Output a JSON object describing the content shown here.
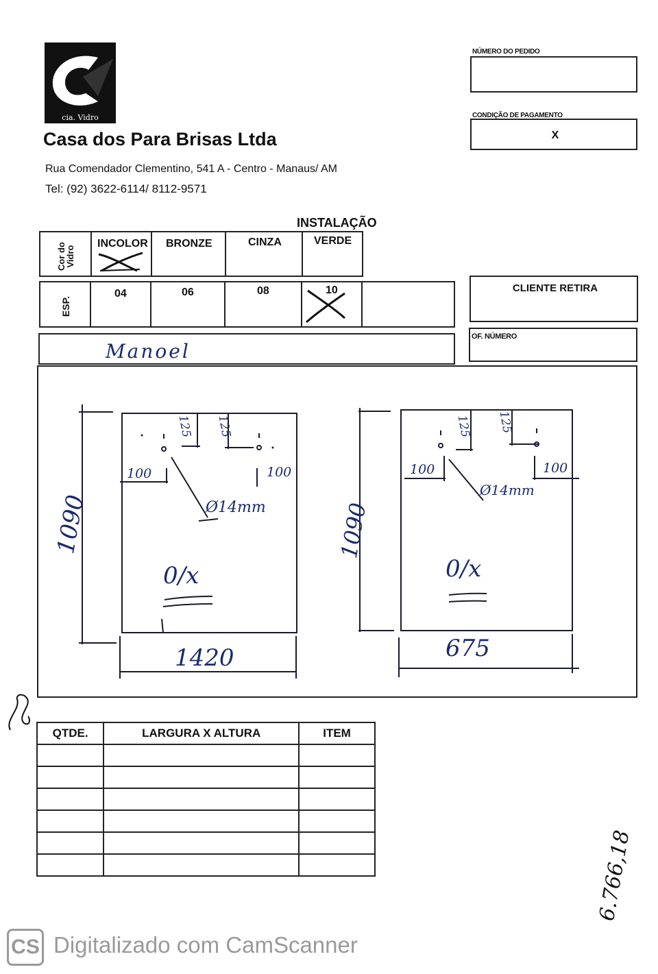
{
  "company": {
    "logo_caption": "cia. Vidro",
    "name": "Casa dos Para Brisas Ltda",
    "address": "Rua Comendador Clementino, 541 A - Centro - Manaus/ AM",
    "phone": "Tel: (92) 3622-6114/ 8112-9571"
  },
  "order": {
    "order_number_label": "NÚMERO DO PEDIDO",
    "order_number_value": "",
    "payment_label": "CONDIÇÃO DE PAGAMENTO",
    "payment_value": "X"
  },
  "installation_label": "INSTALAÇÃO",
  "glass_color": {
    "row_label": "Cor do Vidro",
    "options": [
      "INCOLOR",
      "BRONZE",
      "CINZA",
      "VERDE"
    ],
    "selected": "INCOLOR"
  },
  "thickness": {
    "row_label": "ESP.",
    "options": [
      "04",
      "06",
      "08",
      "10"
    ],
    "selected": "10"
  },
  "client_pickup_label": "CLIENTE RETIRA",
  "of_number_label": "OF. NÚMERO",
  "handwritten_name": "Manoel",
  "drawings": {
    "left": {
      "height": "1090",
      "width": "1420",
      "hole_offset_top_a": "125",
      "hole_offset_top_b": "125",
      "hole_offset_left": "100",
      "hole_offset_right": "100",
      "hole_diameter": "Ø14mm",
      "qty_note": "0/x"
    },
    "right": {
      "height": "1090",
      "width": "675",
      "hole_offset_top_a": "125",
      "hole_offset_top_b": "125",
      "hole_offset_left": "100",
      "hole_offset_right": "100",
      "hole_diameter": "Ø14mm",
      "qty_note": "0/x"
    }
  },
  "items_table": {
    "headers": [
      "QTDE.",
      "LARGURA X ALTURA",
      "ITEM"
    ],
    "row_count": 6
  },
  "side_note": "6.766,18",
  "scanner_watermark": {
    "logo": "CS",
    "text": "Digitalizado com CamScanner"
  }
}
